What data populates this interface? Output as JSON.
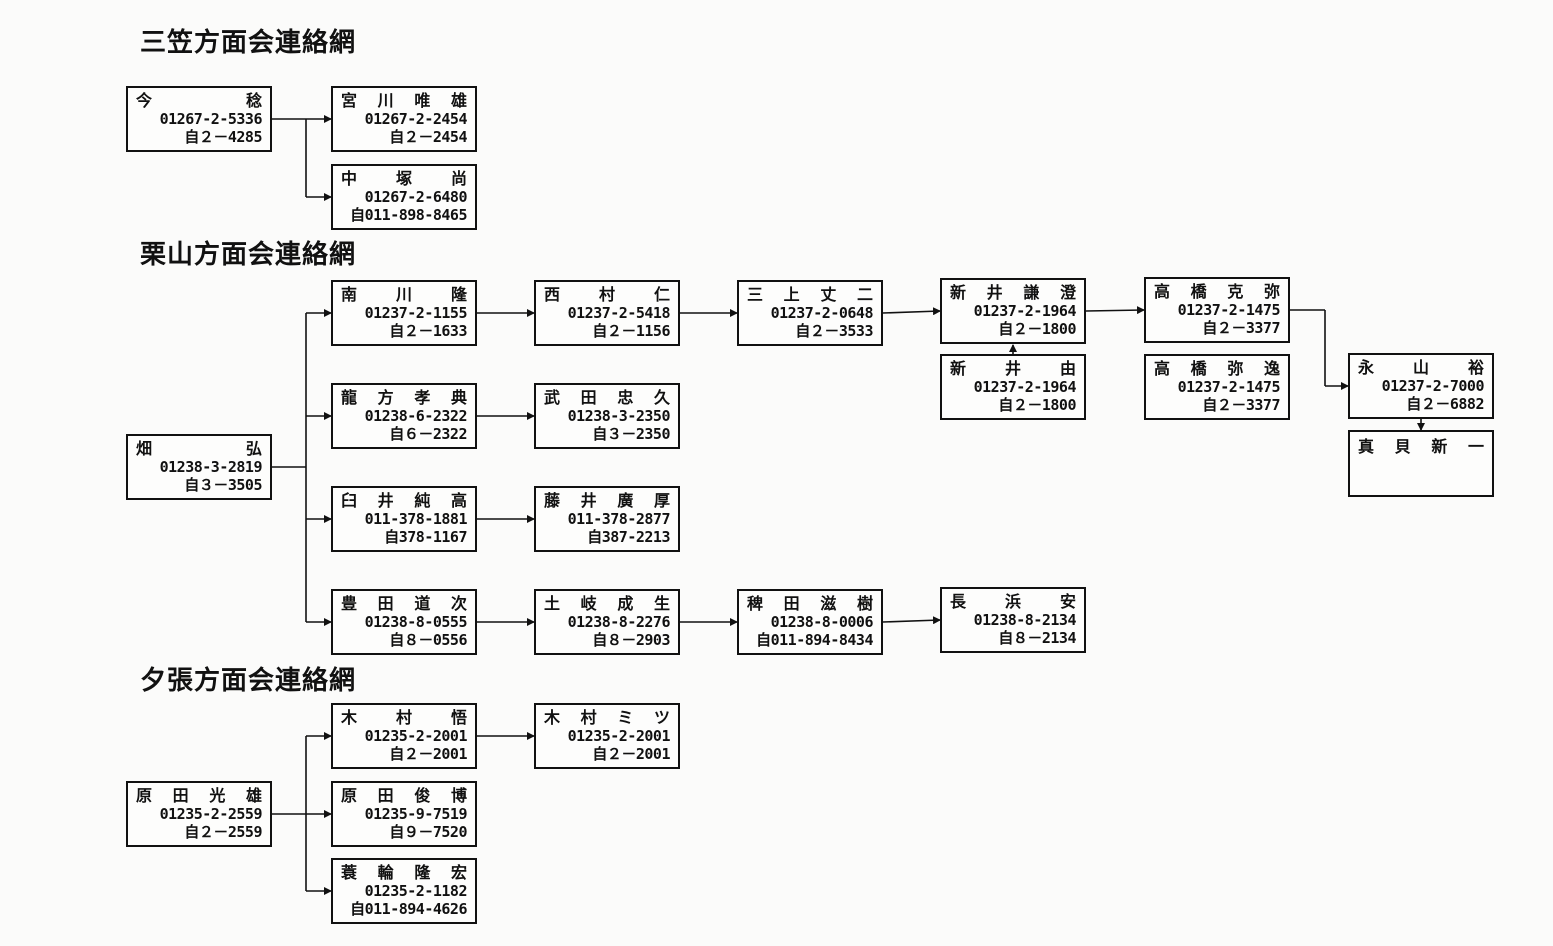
{
  "sections": [
    {
      "title": "三笠方面会連絡網",
      "nodes": [
        {
          "id": "m0",
          "name": "今稔",
          "chars": [
            "今",
            "稔"
          ],
          "tel": "01267-2-5336",
          "home": "自２－4285"
        },
        {
          "id": "m1",
          "name": "宮川唯雄",
          "chars": [
            "宮",
            "川",
            "唯",
            "雄"
          ],
          "tel": "01267-2-2454",
          "home": "自２－2454"
        },
        {
          "id": "m2",
          "name": "中塚尚",
          "chars": [
            "中",
            "塚",
            "尚"
          ],
          "tel": "01267-2-6480",
          "home": "自011-898-8465"
        }
      ]
    },
    {
      "title": "栗山方面会連絡網",
      "nodes": [
        {
          "id": "k0",
          "name": "畑弘",
          "chars": [
            "畑",
            "弘"
          ],
          "tel": "01238-3-2819",
          "home": "自３－3505"
        },
        {
          "id": "k1",
          "name": "南川隆",
          "chars": [
            "南",
            "川",
            "隆"
          ],
          "tel": "01237-2-1155",
          "home": "自２－1633"
        },
        {
          "id": "k2",
          "name": "西村仁",
          "chars": [
            "西",
            "村",
            "仁"
          ],
          "tel": "01237-2-5418",
          "home": "自２－1156"
        },
        {
          "id": "k3",
          "name": "三上丈二",
          "chars": [
            "三",
            "上",
            "丈",
            "二"
          ],
          "tel": "01237-2-0648",
          "home": "自２－3533"
        },
        {
          "id": "k4",
          "name": "新井謙澄",
          "chars": [
            "新",
            "井",
            "謙",
            "澄"
          ],
          "tel": "01237-2-1964",
          "home": "自２－1800"
        },
        {
          "id": "k5",
          "name": "新井由",
          "chars": [
            "新",
            "井",
            "由"
          ],
          "tel": "01237-2-1964",
          "home": "自２－1800"
        },
        {
          "id": "k6",
          "name": "高橋克弥",
          "chars": [
            "高",
            "橋",
            "克",
            "弥"
          ],
          "tel": "01237-2-1475",
          "home": "自２－3377"
        },
        {
          "id": "k7",
          "name": "高橋弥逸",
          "chars": [
            "高",
            "橋",
            "弥",
            "逸"
          ],
          "tel": "01237-2-1475",
          "home": "自２－3377"
        },
        {
          "id": "k8",
          "name": "永山裕",
          "chars": [
            "永",
            "山",
            "裕"
          ],
          "tel": "01237-2-7000",
          "home": "自２－6882"
        },
        {
          "id": "k9",
          "name": "真貝新一",
          "chars": [
            "真",
            "貝",
            "新",
            "一"
          ],
          "tel": "",
          "home": ""
        },
        {
          "id": "k10",
          "name": "龍方孝典",
          "chars": [
            "龍",
            "方",
            "孝",
            "典"
          ],
          "tel": "01238-6-2322",
          "home": "自６－2322"
        },
        {
          "id": "k11",
          "name": "武田忠久",
          "chars": [
            "武",
            "田",
            "忠",
            "久"
          ],
          "tel": "01238-3-2350",
          "home": "自３－2350"
        },
        {
          "id": "k12",
          "name": "臼井純高",
          "chars": [
            "臼",
            "井",
            "純",
            "高"
          ],
          "tel": "011-378-1881",
          "home": "自378-1167"
        },
        {
          "id": "k13",
          "name": "藤井廣厚",
          "chars": [
            "藤",
            "井",
            "廣",
            "厚"
          ],
          "tel": "011-378-2877",
          "home": "自387-2213"
        },
        {
          "id": "k14",
          "name": "豊田道次",
          "chars": [
            "豊",
            "田",
            "道",
            "次"
          ],
          "tel": "01238-8-0555",
          "home": "自８－0556"
        },
        {
          "id": "k15",
          "name": "土岐成生",
          "chars": [
            "土",
            "岐",
            "成",
            "生"
          ],
          "tel": "01238-8-2276",
          "home": "自８－2903"
        },
        {
          "id": "k16",
          "name": "稗田滋樹",
          "chars": [
            "稗",
            "田",
            "滋",
            "樹"
          ],
          "tel": "01238-8-0006",
          "home": "自011-894-8434"
        },
        {
          "id": "k17",
          "name": "長浜安",
          "chars": [
            "長",
            "浜",
            "安"
          ],
          "tel": "01238-8-2134",
          "home": "自８－2134"
        }
      ]
    },
    {
      "title": "夕張方面会連絡網",
      "nodes": [
        {
          "id": "y0",
          "name": "原田光雄",
          "chars": [
            "原",
            "田",
            "光",
            "雄"
          ],
          "tel": "01235-2-2559",
          "home": "自２－2559"
        },
        {
          "id": "y1",
          "name": "木村悟",
          "chars": [
            "木",
            "村",
            "悟"
          ],
          "tel": "01235-2-2001",
          "home": "自２－2001"
        },
        {
          "id": "y2",
          "name": "木村ミツ",
          "chars": [
            "木",
            "村",
            "ミ",
            "ツ"
          ],
          "tel": "01235-2-2001",
          "home": "自２－2001"
        },
        {
          "id": "y3",
          "name": "原田俊博",
          "chars": [
            "原",
            "田",
            "俊",
            "博"
          ],
          "tel": "01235-9-7519",
          "home": "自９－7520"
        },
        {
          "id": "y4",
          "name": "蓑輪隆宏",
          "chars": [
            "蓑",
            "輪",
            "隆",
            "宏"
          ],
          "tel": "01235-2-1182",
          "home": "自011-894-4626"
        }
      ]
    }
  ]
}
